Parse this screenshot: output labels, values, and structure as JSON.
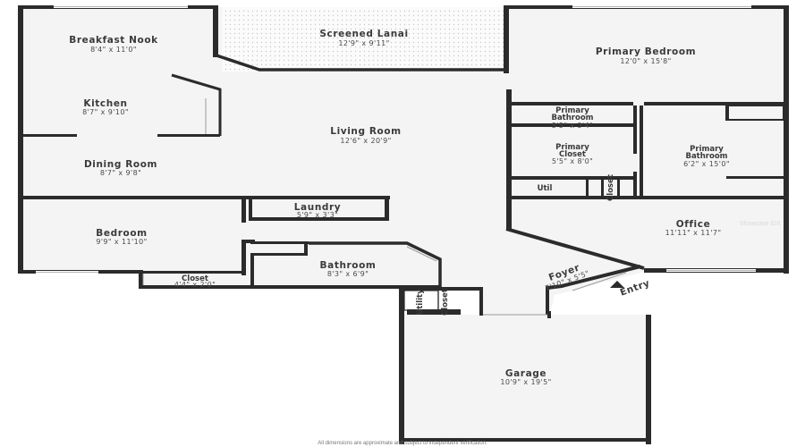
{
  "rooms": {
    "breakfast_nook": {
      "name": "Breakfast Nook",
      "dim": "8'4\" x 11'0\""
    },
    "screened_lanai": {
      "name": "Screened Lanai",
      "dim": "12'9\" x 9'11\""
    },
    "primary_bedroom": {
      "name": "Primary Bedroom",
      "dim": "12'0\" x 15'8\""
    },
    "kitchen": {
      "name": "Kitchen",
      "dim": "8'7\" x 9'10\""
    },
    "living_room": {
      "name": "Living Room",
      "dim": "12'6\" x 20'9\""
    },
    "primary_bathroom_small": {
      "name_1": "Primary",
      "name_2": "Bathroom",
      "dim": "5'5\" x 3'4\""
    },
    "primary_closet": {
      "name_1": "Primary",
      "name_2": "Closet",
      "dim": "5'5\" x 8'0\""
    },
    "primary_bathroom": {
      "name_1": "Primary",
      "name_2": "Bathroom",
      "dim": "6'2\" x 15'0\""
    },
    "dining_room": {
      "name": "Dining Room",
      "dim": "8'7\" x 9'8\""
    },
    "util": {
      "name": "Util"
    },
    "closet_vertical": {
      "name": "Closet"
    },
    "laundry": {
      "name": "Laundry",
      "dim": "5'9\" x 3'3\""
    },
    "bedroom": {
      "name": "Bedroom",
      "dim": "9'9\" x 11'10\""
    },
    "office": {
      "name": "Office",
      "dim": "11'11\" x 11'7\""
    },
    "bathroom": {
      "name": "Bathroom",
      "dim": "8'3\" x 6'9\""
    },
    "closet": {
      "name": "Closet",
      "dim": "4'4\" x 2'0\""
    },
    "foyer": {
      "name": "Foyer",
      "dim": "7'10\" x 5'5\""
    },
    "utility_closet": {
      "name_1": "Utility",
      "name_2": "Closet"
    },
    "garage": {
      "name": "Garage",
      "dim": "10'9\" x 19'5\""
    }
  },
  "entry_label": "Entry",
  "watermark": "Showcase IDX",
  "footer_note": "All dimensions are approximate and subject to independent verification."
}
